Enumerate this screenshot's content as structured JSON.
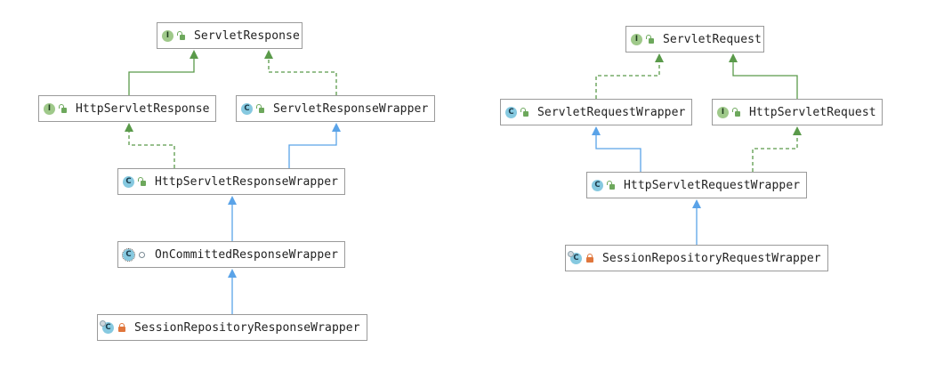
{
  "colors": {
    "interface_edge": "#5a9a4a",
    "class_edge": "#5aa3e8",
    "node_border": "#9a9a9a"
  },
  "nodes": [
    {
      "id": "servlet-response",
      "label": "ServletResponse",
      "kind": "interface",
      "kind_letter": "I",
      "visibility": "public"
    },
    {
      "id": "http-servlet-response",
      "label": "HttpServletResponse",
      "kind": "interface",
      "kind_letter": "I",
      "visibility": "public"
    },
    {
      "id": "servlet-response-wrapper",
      "label": "ServletResponseWrapper",
      "kind": "class",
      "kind_letter": "C",
      "visibility": "public"
    },
    {
      "id": "http-servlet-response-wrapper",
      "label": "HttpServletResponseWrapper",
      "kind": "class",
      "kind_letter": "C",
      "visibility": "public"
    },
    {
      "id": "on-committed-response-wrapper",
      "label": "OnCommittedResponseWrapper",
      "kind": "abstract",
      "kind_letter": "C",
      "visibility": "package"
    },
    {
      "id": "session-repository-response-wrapper",
      "label": "SessionRepositoryResponseWrapper",
      "kind": "class",
      "kind_letter": "C",
      "visibility": "private",
      "inner": true
    },
    {
      "id": "servlet-request",
      "label": "ServletRequest",
      "kind": "interface",
      "kind_letter": "I",
      "visibility": "public"
    },
    {
      "id": "servlet-request-wrapper",
      "label": "ServletRequestWrapper",
      "kind": "class",
      "kind_letter": "C",
      "visibility": "public"
    },
    {
      "id": "http-servlet-request",
      "label": "HttpServletRequest",
      "kind": "interface",
      "kind_letter": "I",
      "visibility": "public"
    },
    {
      "id": "http-servlet-request-wrapper",
      "label": "HttpServletRequestWrapper",
      "kind": "class",
      "kind_letter": "C",
      "visibility": "public"
    },
    {
      "id": "session-repository-request-wrapper",
      "label": "SessionRepositoryRequestWrapper",
      "kind": "class",
      "kind_letter": "C",
      "visibility": "private",
      "inner": true
    }
  ],
  "edges": [
    {
      "from": "http-servlet-response",
      "to": "servlet-response",
      "type": "extends-interface"
    },
    {
      "from": "servlet-response-wrapper",
      "to": "servlet-response",
      "type": "implements"
    },
    {
      "from": "http-servlet-response-wrapper",
      "to": "http-servlet-response",
      "type": "implements"
    },
    {
      "from": "http-servlet-response-wrapper",
      "to": "servlet-response-wrapper",
      "type": "extends-class"
    },
    {
      "from": "on-committed-response-wrapper",
      "to": "http-servlet-response-wrapper",
      "type": "extends-class"
    },
    {
      "from": "session-repository-response-wrapper",
      "to": "on-committed-response-wrapper",
      "type": "extends-class"
    },
    {
      "from": "servlet-request-wrapper",
      "to": "servlet-request",
      "type": "implements"
    },
    {
      "from": "http-servlet-request",
      "to": "servlet-request",
      "type": "extends-interface"
    },
    {
      "from": "http-servlet-request-wrapper",
      "to": "servlet-request-wrapper",
      "type": "extends-class"
    },
    {
      "from": "http-servlet-request-wrapper",
      "to": "http-servlet-request",
      "type": "implements"
    },
    {
      "from": "session-repository-request-wrapper",
      "to": "http-servlet-request-wrapper",
      "type": "extends-class"
    }
  ]
}
